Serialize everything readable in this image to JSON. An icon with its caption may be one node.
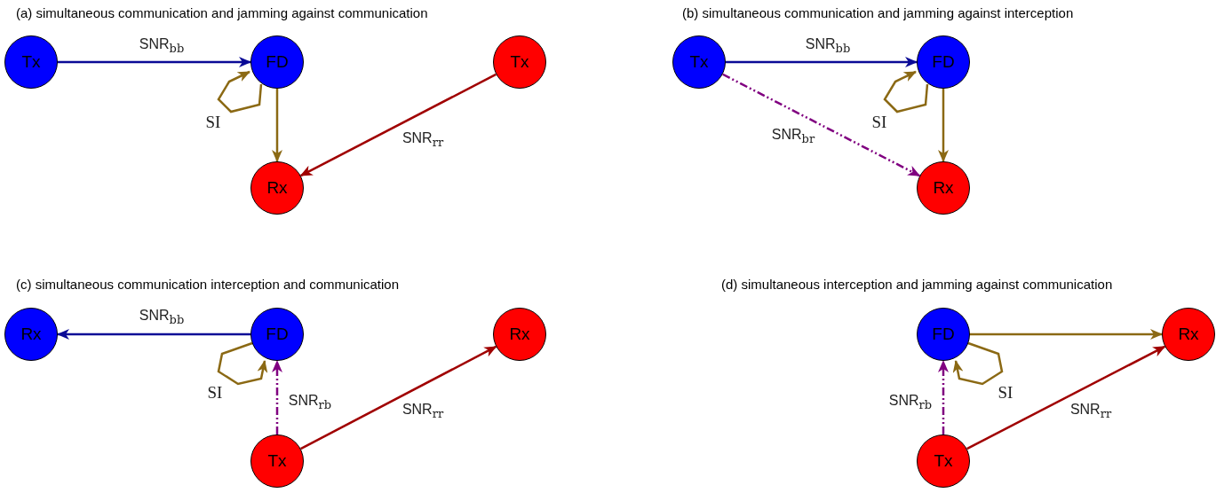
{
  "diagram": {
    "nodes": [
      {
        "text": [
          "Tx"
        ]
      },
      {
        "text": [
          "FD"
        ]
      },
      {
        "text": [
          "Tx"
        ]
      },
      {
        "text": [
          "Rx"
        ]
      },
      {
        "text": [
          "Tx"
        ]
      },
      {
        "text": [
          "FD"
        ]
      },
      {
        "text": [
          "Rx"
        ]
      },
      {
        "text": [
          "Rx"
        ]
      },
      {
        "text": [
          "FD"
        ]
      },
      {
        "text": [
          "Rx"
        ]
      },
      {
        "text": [
          "Tx"
        ]
      },
      {
        "text": [
          "FD"
        ]
      },
      {
        "text": [
          "Rx"
        ]
      },
      {
        "text": [
          "Tx"
        ]
      }
    ],
    "edges": [
      {
        "from": 0,
        "to": 1,
        "arrow": "to",
        "label": "SNR$_{bb}$",
        "color": "#0a0a96"
      },
      {
        "from": 1,
        "to": 1,
        "arrow": "to",
        "label": "SI"
      },
      {
        "from": 1,
        "to": 3,
        "arrow": "to"
      },
      {
        "from": 2,
        "to": 3,
        "arrow": "to",
        "label": "SNR$_{rr}$",
        "color": "#a00000"
      },
      {
        "from": 4,
        "to": 5,
        "arrow": "to",
        "label": "SNR$_{bb}$",
        "color": "#0a0a96"
      },
      {
        "from": 5,
        "to": 5,
        "arrow": "to",
        "label": "SI"
      },
      {
        "from": 5,
        "to": 6,
        "arrow": "to"
      },
      {
        "from": 4,
        "to": 6,
        "arrow": "to",
        "label": "SNR$_{br}$",
        "style": "dashed",
        "color": "#800080"
      },
      {
        "from": 8,
        "to": 7,
        "arrow": "to",
        "label": "SNR$_{bb}$",
        "color": "#0a0a96"
      },
      {
        "from": 8,
        "to": 8,
        "arrow": "to",
        "label": "SI"
      },
      {
        "from": 10,
        "to": 8,
        "arrow": "to",
        "label": "SNR$_{rb}$",
        "style": "dashed",
        "color": "#800080"
      },
      {
        "from": 10,
        "to": 9,
        "arrow": "to",
        "label": "SNR$_{rr}$",
        "color": "#a00000"
      },
      {
        "from": 11,
        "to": 12,
        "arrow": "to"
      },
      {
        "from": 11,
        "to": 11,
        "arrow": "to",
        "label": "SI"
      },
      {
        "from": 13,
        "to": 11,
        "arrow": "to",
        "label": "SNR$_{rb}$",
        "style": "dashed",
        "color": "#800080"
      },
      {
        "from": 13,
        "to": 12,
        "arrow": "to",
        "label": "SNR$_{rr}$",
        "color": "#a00000"
      }
    ],
    "labels": [
      "(a) simultaneous communication and jamming against communication",
      "(b) simultaneous communication and jamming against interception",
      "(c) simultaneous communication interception and communication",
      "(d) simultaneous interception and jamming against communication"
    ]
  }
}
